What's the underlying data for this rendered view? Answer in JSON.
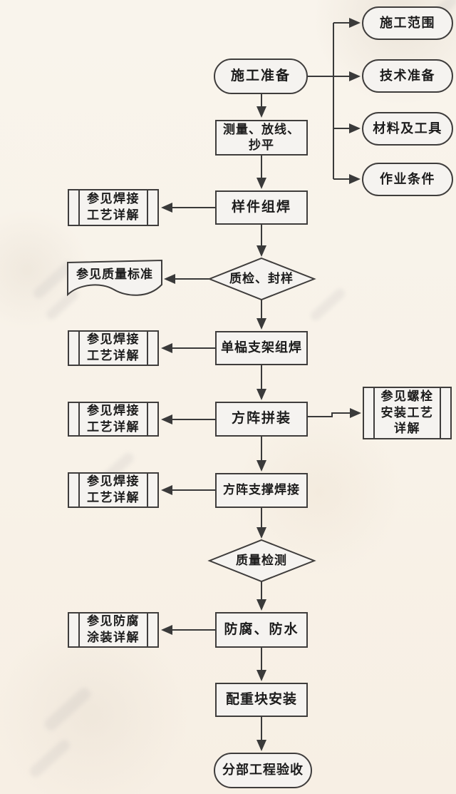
{
  "page": {
    "background": "#f8f3ea",
    "line_color": "#3a3a3a",
    "node_fill": "#f5f3f0",
    "node_border": "#3f3d3c",
    "text_color": "#1c1c1c"
  },
  "flow": {
    "start": "施工准备",
    "measure": "测量、放线、\n抄平",
    "sample_weld": "样件组焊",
    "inspect_seal": "质检、封样",
    "single_frame_weld": "单榀支架组焊",
    "array_assembly": "方阵拼装",
    "array_support_weld": "方阵支撑焊接",
    "quality_test": "质量检测",
    "anticorrosion": "防腐、防水",
    "counterweight_install": "配重块安装",
    "end": "分部工程验收"
  },
  "prep_items": [
    "施工范围",
    "技术准备",
    "材料及工具",
    "作业条件"
  ],
  "refs": {
    "weld": [
      "参见焊接\n工艺详解",
      "参见焊接\n工艺详解",
      "参见焊接\n工艺详解",
      "参见焊接\n工艺详解"
    ],
    "quality_standard": "参见质量标准",
    "bolt": "参见螺栓\n安装工艺\n详解",
    "coating": "参见防腐\n涂装详解"
  }
}
